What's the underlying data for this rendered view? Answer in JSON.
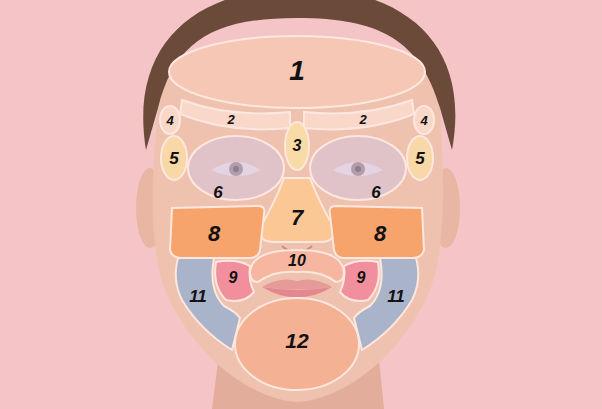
{
  "diagram": {
    "nodes": [
      {
        "text": [
          "1"
        ]
      },
      {
        "text": [
          "2"
        ]
      },
      {
        "text": [
          "2"
        ]
      },
      {
        "text": [
          "4"
        ]
      },
      {
        "text": [
          "3"
        ]
      },
      {
        "text": [
          "4"
        ]
      },
      {
        "text": [
          "5"
        ]
      },
      {
        "text": [
          "5"
        ]
      },
      {
        "text": [
          "6"
        ]
      },
      {
        "text": [
          "6"
        ]
      },
      {
        "text": [
          "7"
        ]
      },
      {
        "text": [
          "8"
        ]
      },
      {
        "text": [
          "8"
        ]
      },
      {
        "text": [
          "10"
        ]
      },
      {
        "text": [
          "9"
        ]
      },
      {
        "text": [
          "9"
        ]
      },
      {
        "text": [
          "11"
        ]
      },
      {
        "text": [
          "11"
        ]
      },
      {
        "text": [
          "12"
        ]
      }
    ]
  }
}
